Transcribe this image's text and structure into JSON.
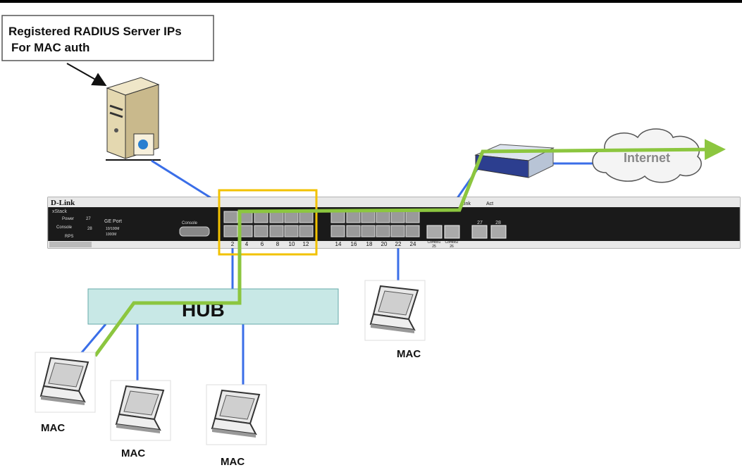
{
  "callout": {
    "line1": "Registered RADIUS Server IPs",
    "line2": "For  MAC  auth"
  },
  "switch": {
    "brand": "D-Link",
    "series": "xStack",
    "leds": [
      "Power",
      "Console",
      "RPS"
    ],
    "led_ports": [
      "27",
      "28"
    ],
    "ge_port": "GE Port",
    "speed_legend": [
      "10/100M",
      "1000M"
    ],
    "console": "Console",
    "link": "Link",
    "act": "Act",
    "port_numbers": [
      "2",
      "4",
      "6",
      "8",
      "10",
      "12",
      "14",
      "16",
      "18",
      "20",
      "22",
      "24"
    ],
    "combo_ports": [
      {
        "label": "Combo1",
        "num": "25"
      },
      {
        "label": "Combo2",
        "num": "26"
      }
    ],
    "sfp_ports": [
      "27",
      "28"
    ]
  },
  "hub": {
    "label": "HUB"
  },
  "cloud": {
    "label": "Internet"
  },
  "clients": [
    "MAC",
    "MAC",
    "MAC",
    "MAC"
  ],
  "colors": {
    "link_blue": "#3a6ee8",
    "auth_green": "#8cc63f",
    "highlight": "#f2c200",
    "hub_fill": "#c8e8e6",
    "switch_body": "#1a1a1a"
  }
}
